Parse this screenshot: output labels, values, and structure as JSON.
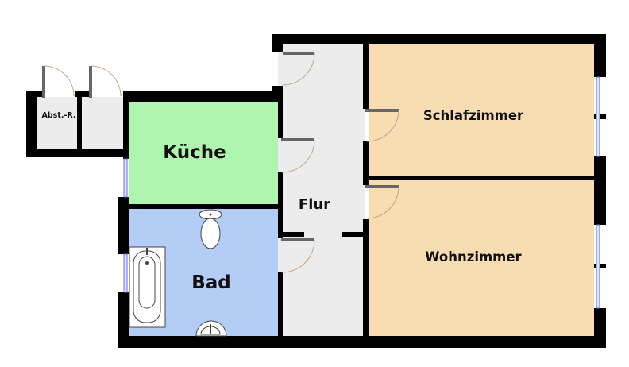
{
  "plan": {
    "rooms": [
      {
        "id": "storage",
        "label": "Abst.-R."
      },
      {
        "id": "kitchen",
        "label": "Küche"
      },
      {
        "id": "hall",
        "label": "Flur"
      },
      {
        "id": "bath",
        "label": "Bad"
      },
      {
        "id": "bedroom",
        "label": "Schlafzimmer"
      },
      {
        "id": "living",
        "label": "Wohnzimmer"
      }
    ],
    "colors": {
      "kitchen": "#aef5af",
      "bath": "#b4cdf6",
      "bedroom": "#f8dcb2",
      "hall": "#ececec",
      "wall": "#000000"
    }
  }
}
